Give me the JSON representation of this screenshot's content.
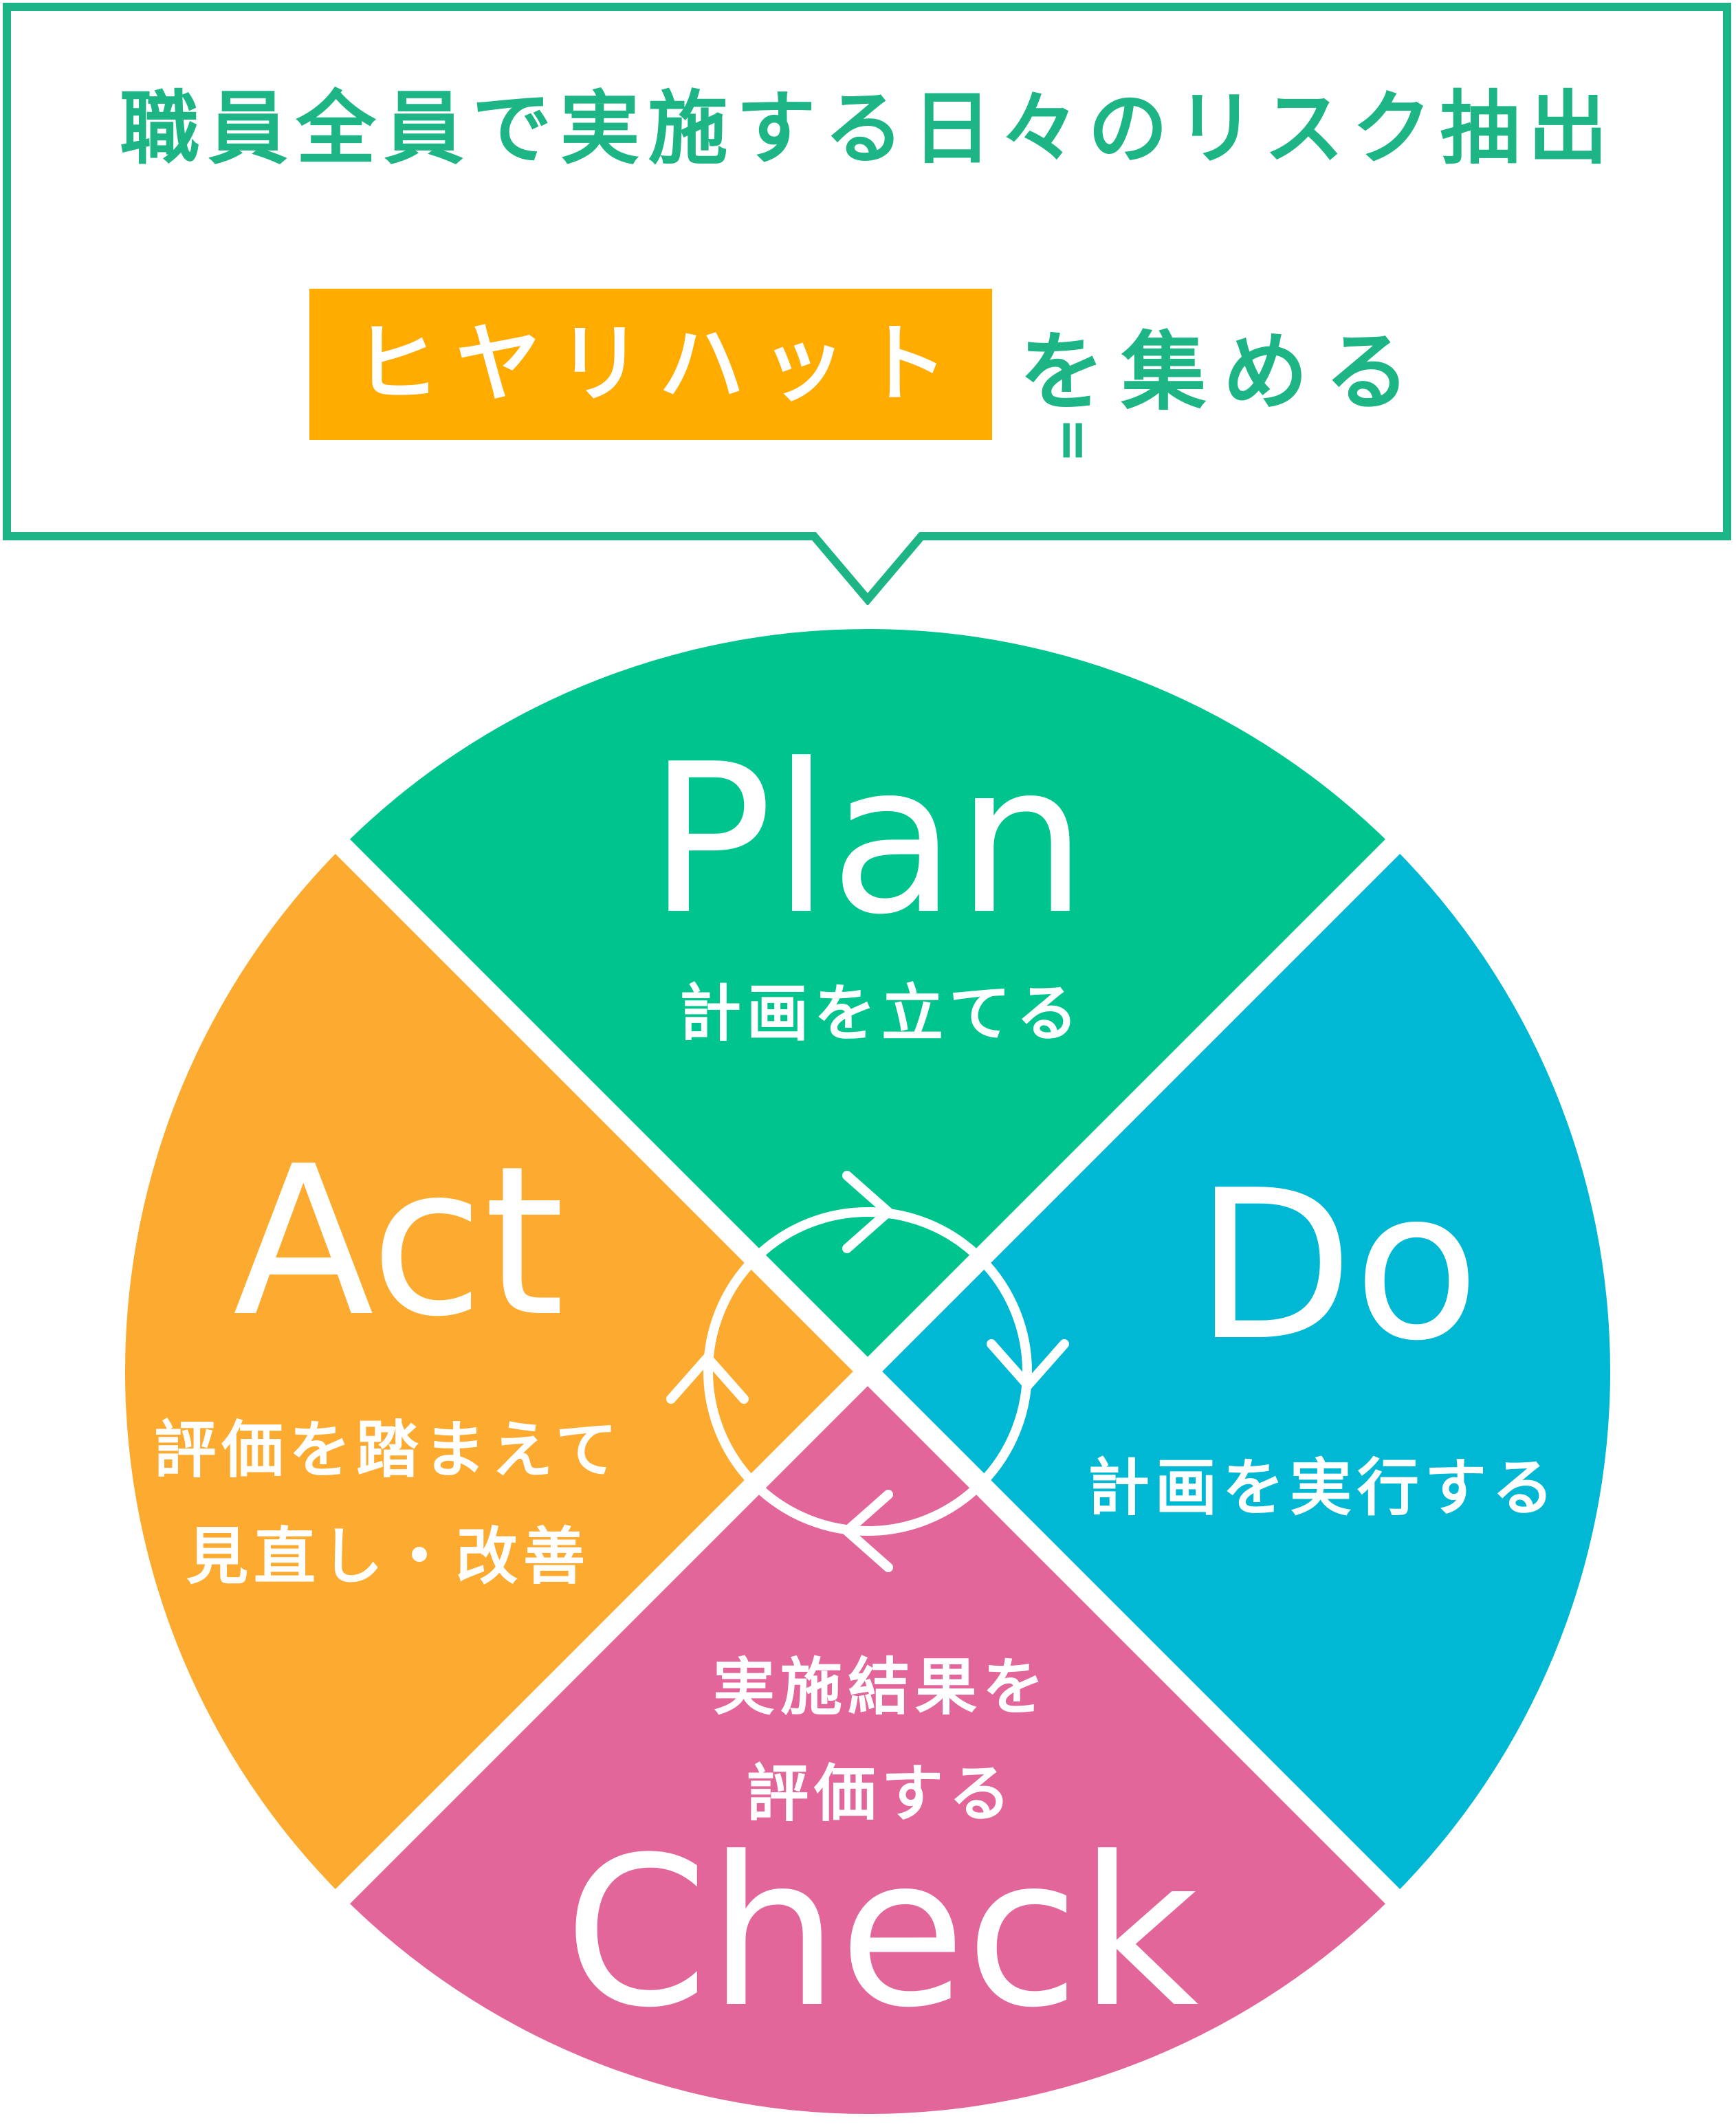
{
  "callout": {
    "line1": "職員全員で実施する日々のリスク抽出",
    "equals": "=",
    "highlight_term": "ヒヤリハット",
    "highlight_suffix": "を集める"
  },
  "cycle": {
    "plan": {
      "title": "Plan",
      "desc_lines": [
        "計画を立てる"
      ]
    },
    "do": {
      "title": "Do",
      "desc_lines": [
        "計画を実行する"
      ]
    },
    "check": {
      "title": "Check",
      "desc_lines": [
        "実施結果を",
        "評価する"
      ]
    },
    "act": {
      "title": "Act",
      "desc_lines": [
        "評価を踏まえて",
        "見直し・改善"
      ]
    }
  },
  "colors": {
    "frame": "#1db585",
    "accent_orange": "#ffab00",
    "plan": "#00c48e",
    "do": "#00b8d4",
    "check": "#e3669a",
    "act": "#fdab30"
  }
}
